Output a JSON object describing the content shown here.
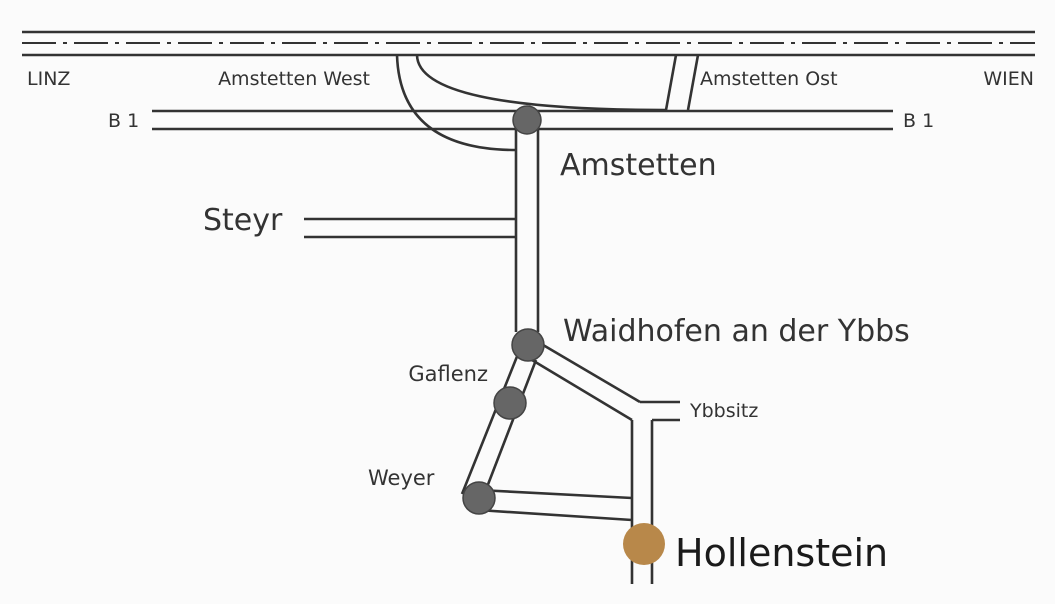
{
  "map": {
    "labels": {
      "linz": "LINZ",
      "wien": "WIEN",
      "amstetten_west": "Amstetten West",
      "amstetten_ost": "Amstetten Ost",
      "b1_left": "B 1",
      "b1_right": "B 1",
      "amstetten": "Amstetten",
      "steyr": "Steyr",
      "waidhofen": "Waidhofen an der Ybbs",
      "gaflenz": "Gaflenz",
      "ybbsitz": "Ybbsitz",
      "weyer": "Weyer",
      "hollenstein": "Hollenstein"
    },
    "colors": {
      "road": "#333333",
      "town_marker": "#666666",
      "destination_marker": "#b8884a",
      "background": "#fbfbfb"
    }
  }
}
